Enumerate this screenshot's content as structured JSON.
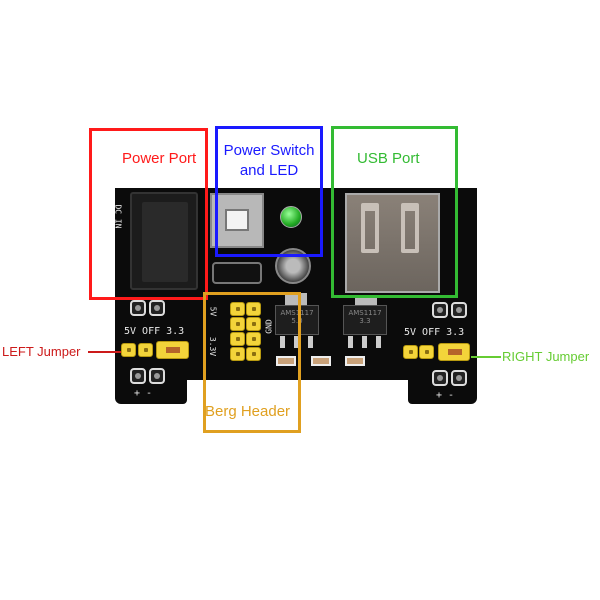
{
  "labels": {
    "power_port": "Power Port",
    "power_switch": "Power Switch and LED",
    "usb_port": "USB Port",
    "berg_header": "Berg Header",
    "left_jumper": "LEFT Jumper",
    "right_jumper": "RIGHT Jumper"
  },
  "silkscreen": {
    "dc_in": "DC IN",
    "left_jumper_text": "5V  OFF  3.3",
    "right_jumper_text": "5V  OFF  3.3",
    "left_polarity": "+  -",
    "right_polarity": "+  -",
    "header_5v": "5V",
    "header_33v": "3.3V",
    "gnd": "GND",
    "reg_5v": "AMS1117 5.0",
    "reg_33v": "AMS1117 3.3"
  },
  "colors": {
    "power_port": "#ff1a1a",
    "power_switch": "#1a1aff",
    "usb_port": "#33bb33",
    "berg_header": "#e0a020",
    "left_jumper": "#cc1a1a",
    "right_jumper": "#66cc33"
  }
}
